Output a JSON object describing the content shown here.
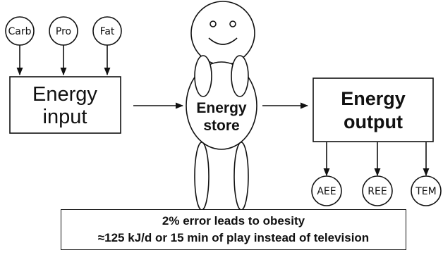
{
  "inputs": {
    "carb": "Carb",
    "pro": "Pro",
    "fat": "Fat"
  },
  "energy_input": {
    "line1": "Energy",
    "line2": "input"
  },
  "energy_store": {
    "line1": "Energy",
    "line2": "store"
  },
  "energy_output": {
    "line1": "Energy",
    "line2": "output"
  },
  "outputs": {
    "aee": "AEE",
    "ree": "REE",
    "tem": "TEM"
  },
  "caption": {
    "line1": "2% error leads to obesity",
    "line2": "≈125 kJ/d or 15 min of play instead of television"
  }
}
